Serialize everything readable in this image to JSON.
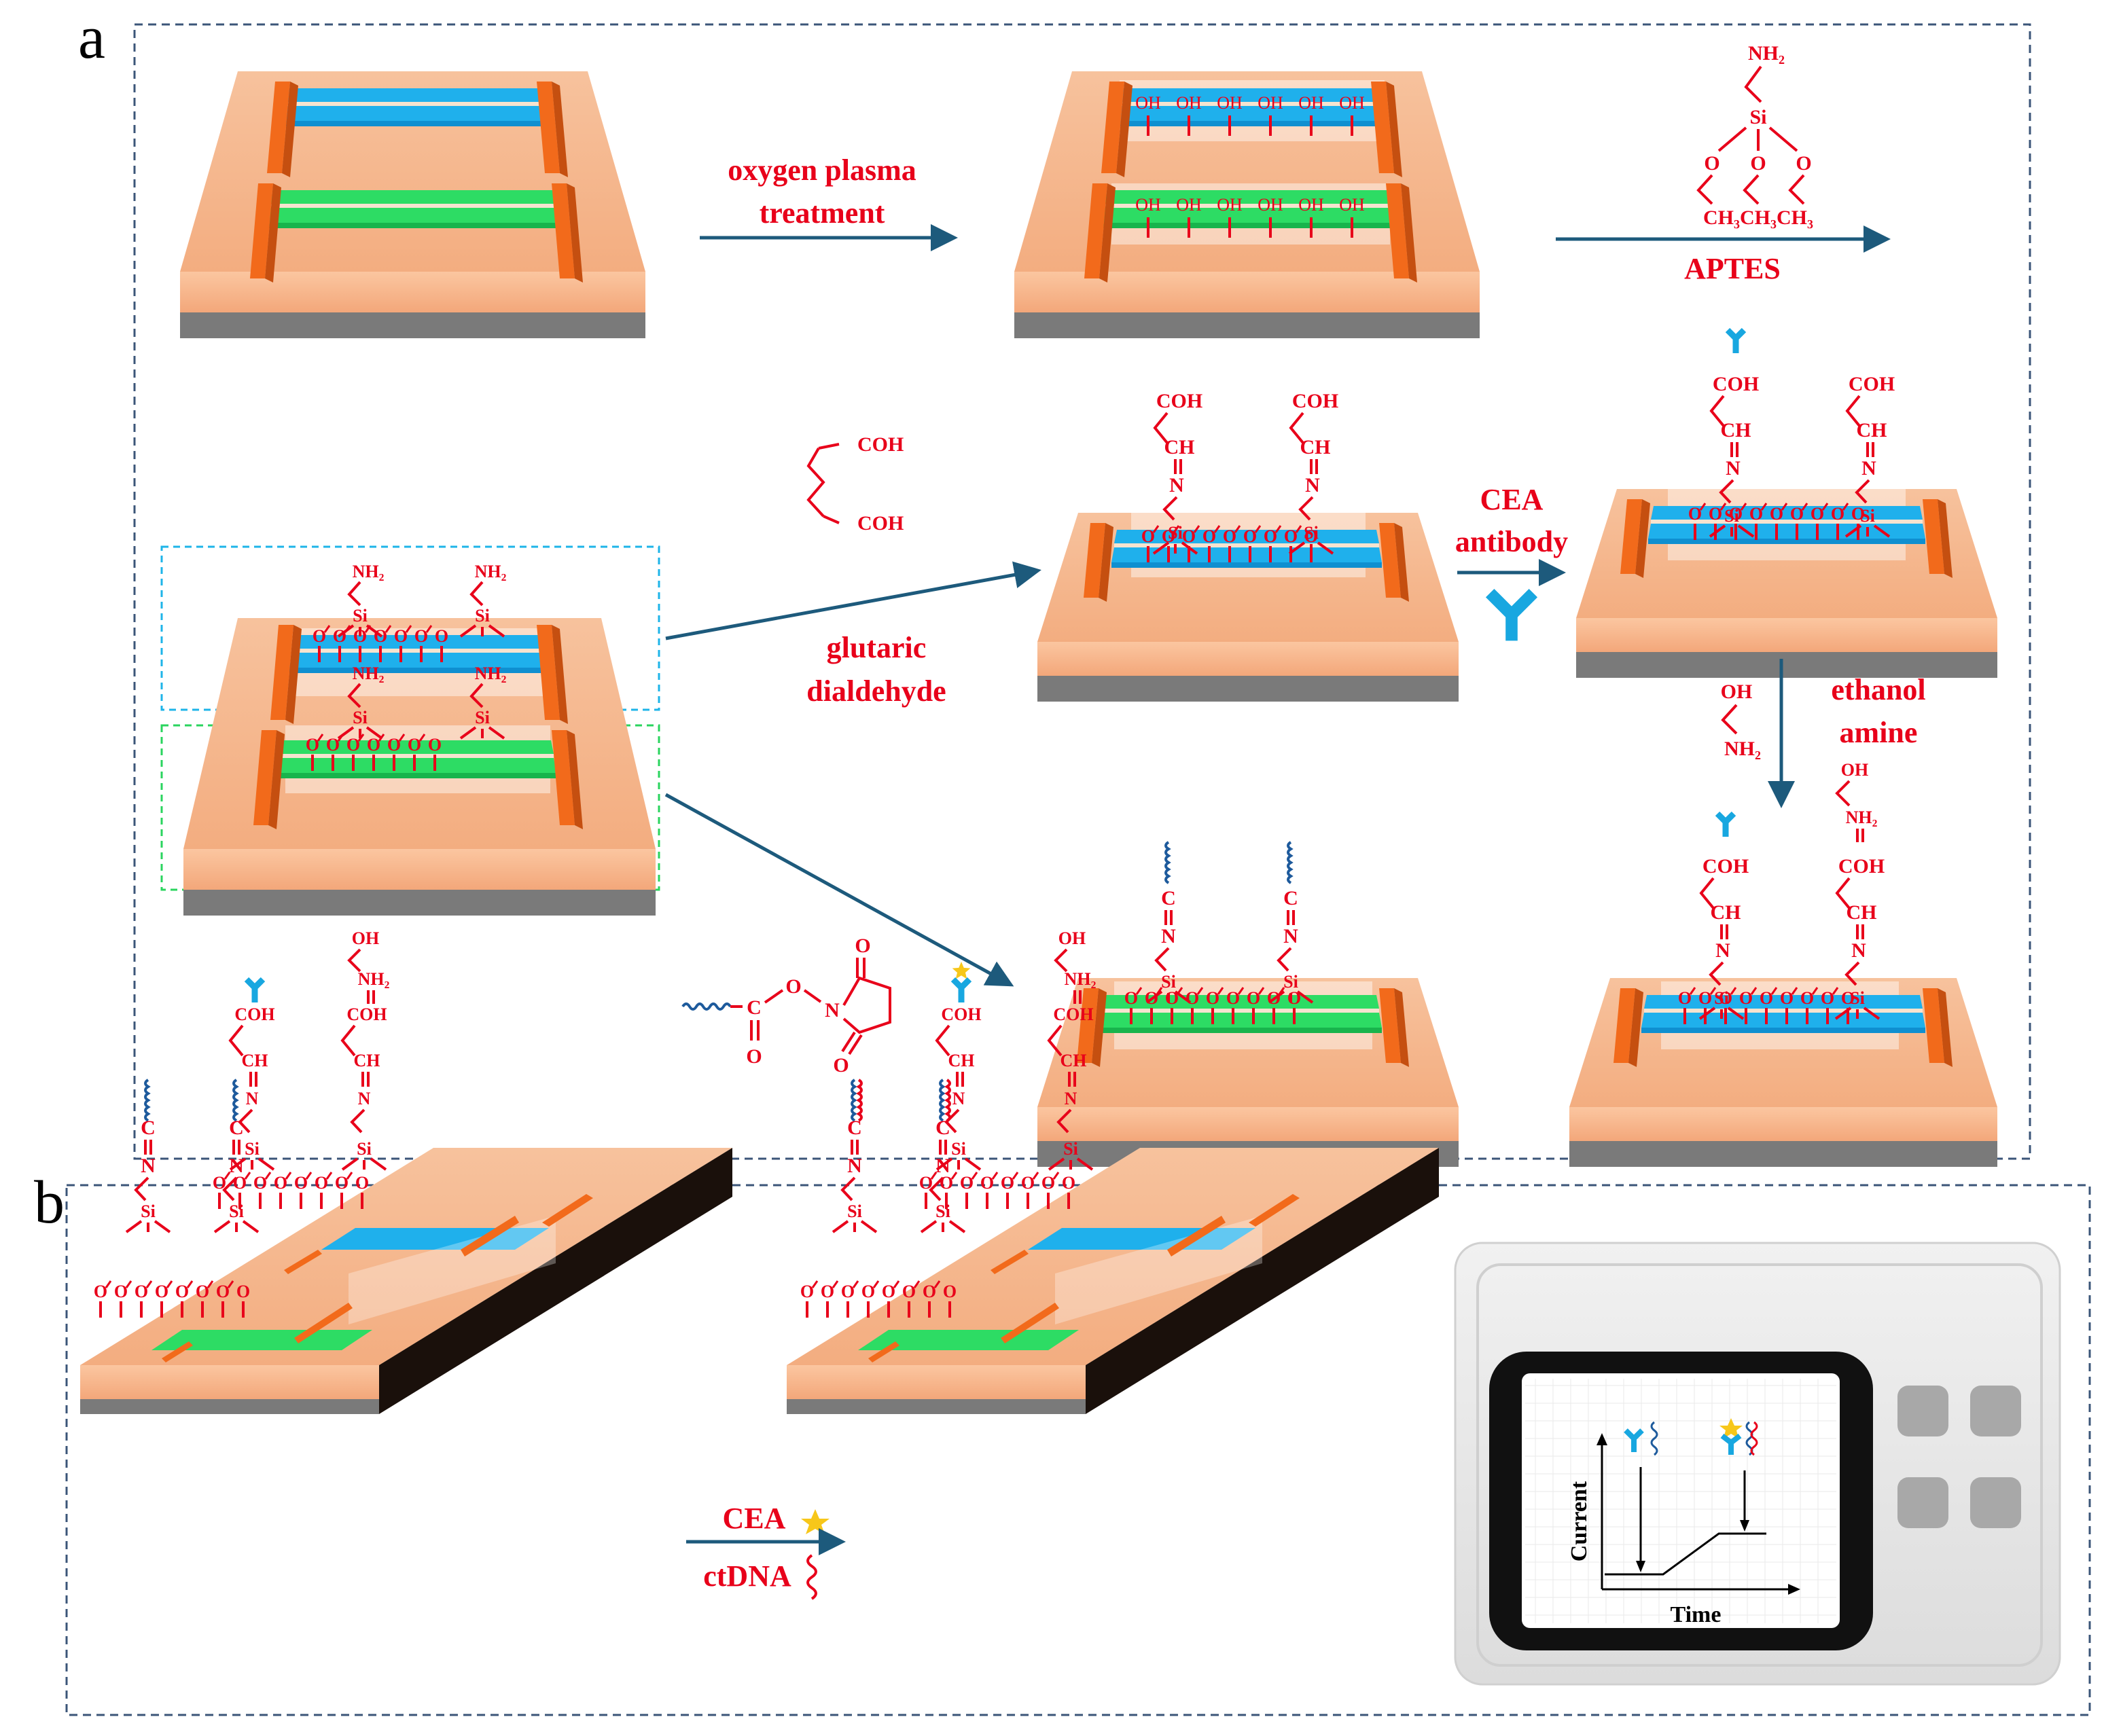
{
  "panels": {
    "a": {
      "letter": "a"
    },
    "b": {
      "letter": "b"
    }
  },
  "steps": {
    "plasma": {
      "line1": "oxygen plasma",
      "line2": "treatment"
    },
    "aptes": {
      "name": "APTES",
      "nh2": "NH₂",
      "si": "Si",
      "o": "O",
      "ch3": "CH₃CH₃CH₃"
    },
    "glutaric": {
      "line1": "glutaric",
      "line2": "dialdehyde",
      "coh": "COH"
    },
    "cea_antibody": {
      "line1": "CEA",
      "line2": "antibody"
    },
    "ethanolamine": {
      "line1": "ethanol",
      "line2": "amine",
      "oh": "OH",
      "nh2": "NH₂"
    },
    "nhs": {
      "c": "C",
      "o": "O",
      "n": "N"
    },
    "detect": {
      "cea": "CEA",
      "ctdna": "ctDNA"
    }
  },
  "chem_labels": {
    "oh": "OH",
    "nh2": "NH₂",
    "si": "Si",
    "o": "O",
    "coh": "COH",
    "ch": "CH",
    "n": "N",
    "c": "C"
  },
  "monitor": {
    "ylabel": "Current",
    "xlabel": "Time"
  },
  "colors": {
    "substrate": "#f6b98e",
    "electrode": "#f26a1b",
    "blue_channel": "#1fb0ec",
    "green_channel": "#2ddc64",
    "chem_red": "#e8001a",
    "arrow": "#1d5a7c",
    "frame": "#3b5578",
    "antibody": "#18a7e0",
    "antigen": "#f7c71a"
  }
}
